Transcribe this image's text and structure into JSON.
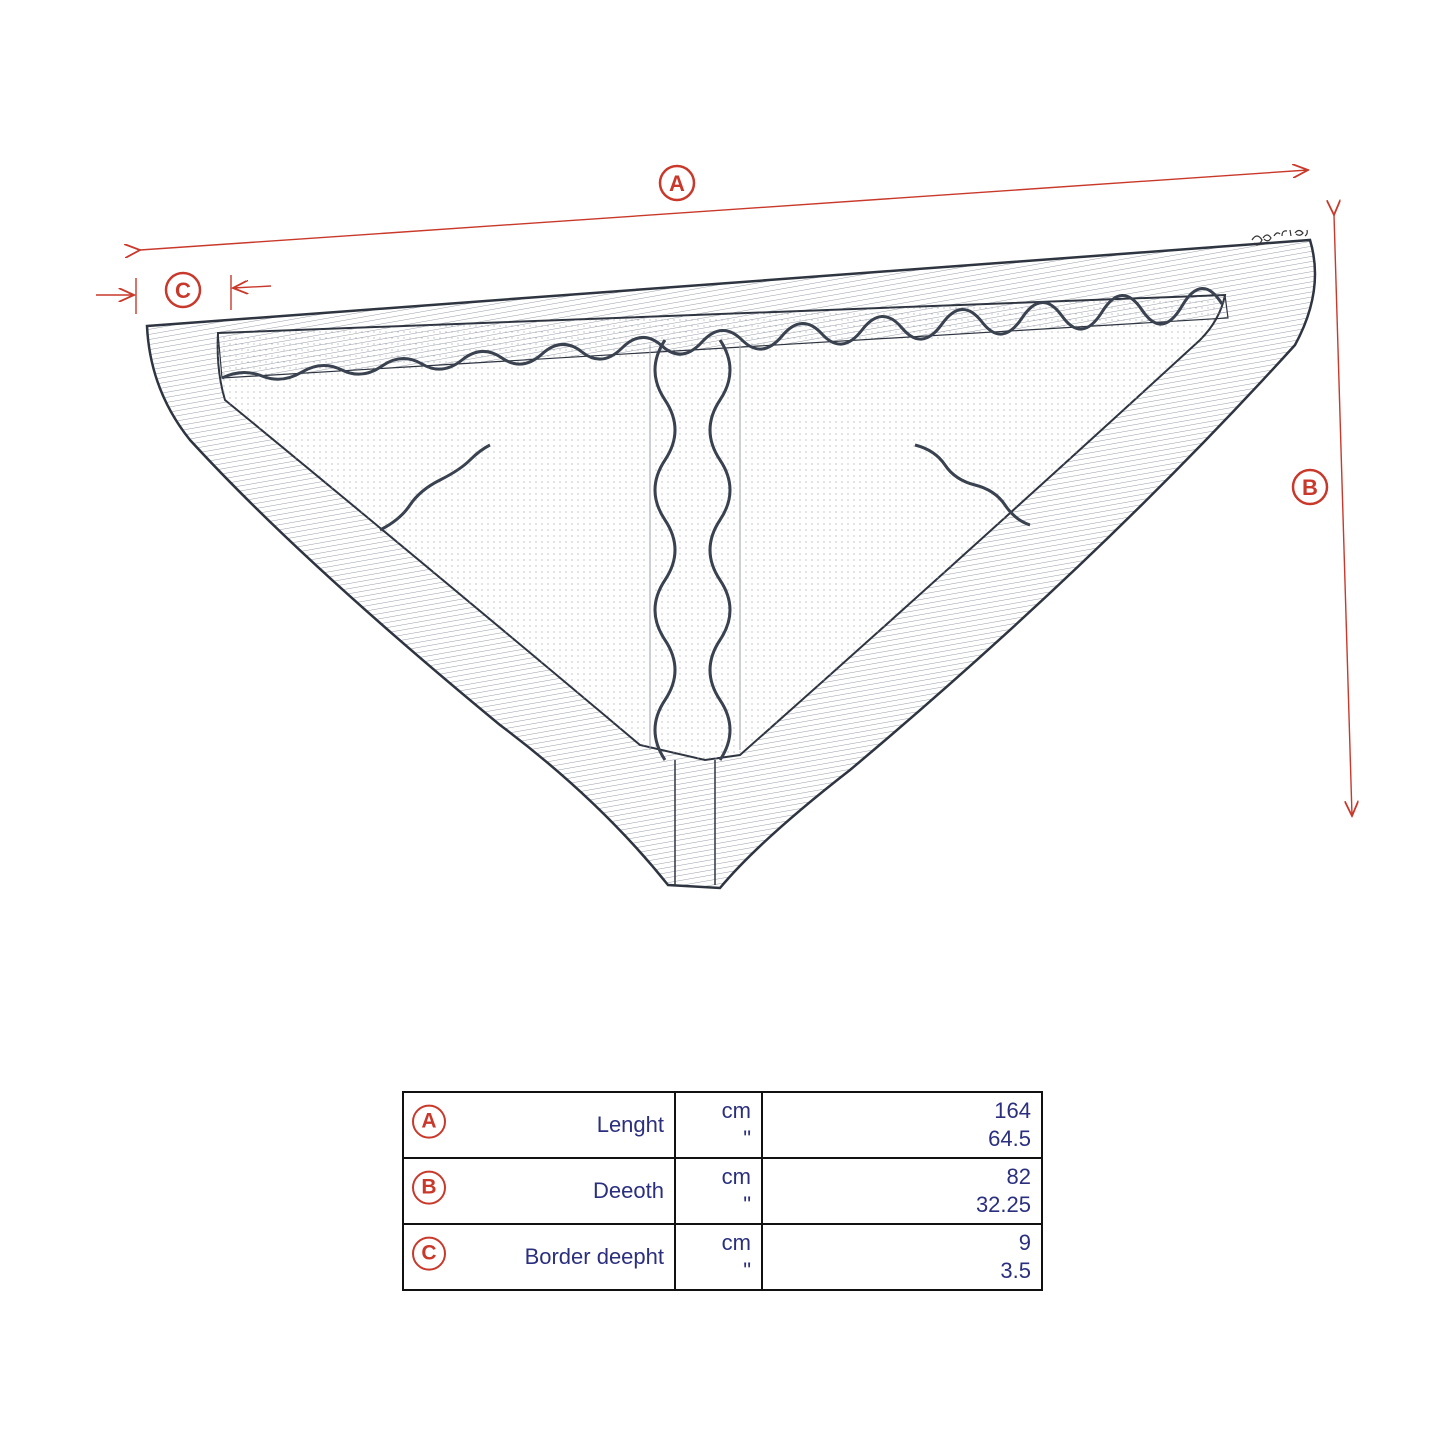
{
  "diagram": {
    "dimension_labels": {
      "a": "A",
      "b": "B",
      "c": "C"
    },
    "signature": "garcía",
    "colors": {
      "dimension": "#c9392b",
      "sketch": "#3a4250",
      "table_text": "#2b2f7e"
    }
  },
  "table": {
    "rows": [
      {
        "key": "A",
        "label": "Lenght",
        "unit_cm": "cm",
        "unit_in": "\"",
        "value_cm": "164",
        "value_in": "64.5"
      },
      {
        "key": "B",
        "label": "Deeoth",
        "unit_cm": "cm",
        "unit_in": "\"",
        "value_cm": "82",
        "value_in": "32.25"
      },
      {
        "key": "C",
        "label": "Border deepht",
        "unit_cm": "cm",
        "unit_in": "\"",
        "value_cm": "9",
        "value_in": "3.5"
      }
    ]
  }
}
